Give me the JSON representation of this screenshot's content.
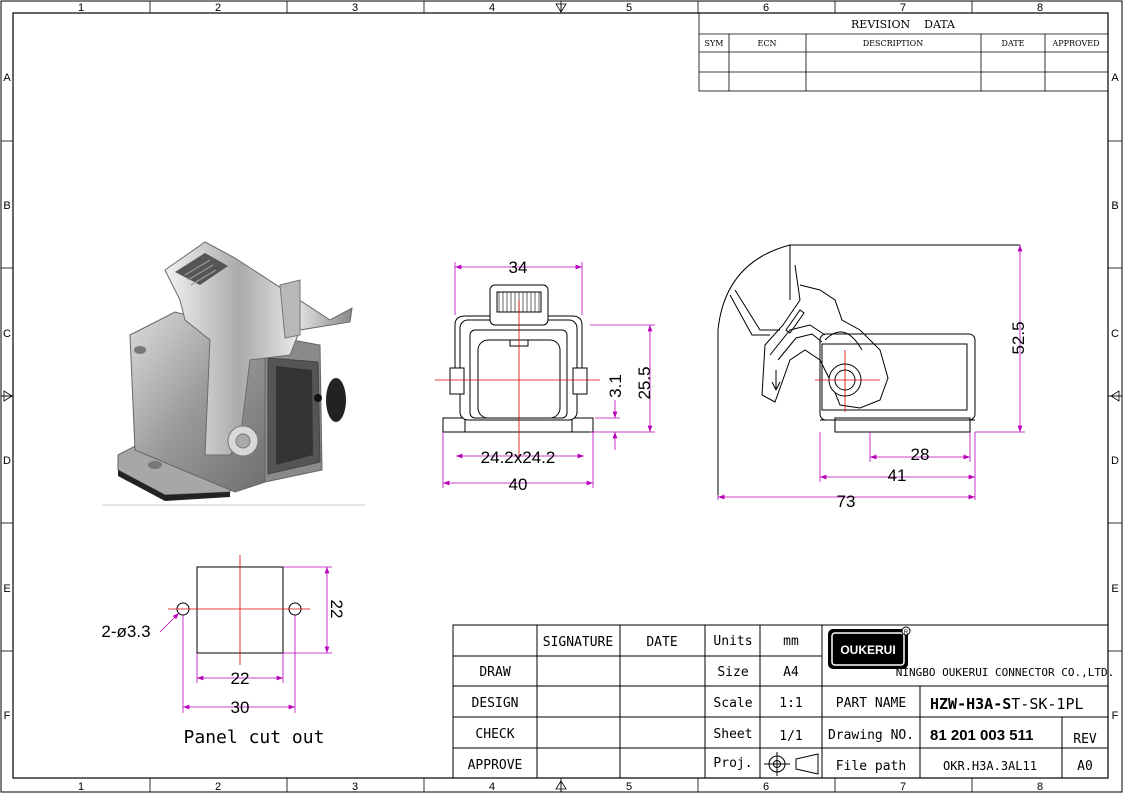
{
  "border": {
    "columns": [
      "1",
      "2",
      "3",
      "4",
      "5",
      "6",
      "7",
      "8"
    ],
    "rows": [
      "A",
      "B",
      "C",
      "D",
      "E",
      "F"
    ]
  },
  "revision": {
    "title": "REVISION    DATA",
    "headers": [
      "SYM",
      "ECN",
      "DESCRIPTION",
      "DATE",
      "APPROVED"
    ]
  },
  "dims_front": {
    "width": "34",
    "height": "25.5",
    "offset": "3.1",
    "opening": "24.2x24.2",
    "base": "40"
  },
  "dims_side": {
    "height": "52.5",
    "d1": "28",
    "d2": "41",
    "total": "73"
  },
  "cutout": {
    "holes": "2-ø3.3",
    "height": "22",
    "width": "22",
    "pitch": "30",
    "caption": "Panel cut out"
  },
  "title_block": {
    "col_signature": "SIGNATURE",
    "col_date": "DATE",
    "rows": [
      "DRAW",
      "DESIGN",
      "CHECK",
      "APPROVE"
    ],
    "units_label": "Units",
    "units_value": "mm",
    "size_label": "Size",
    "size_value": "A4",
    "scale_label": "Scale",
    "scale_value": "1:1",
    "sheet_label": "Sheet",
    "sheet_value": "1/1",
    "proj_label": "Proj.",
    "logo_text": "OUKERUI",
    "company": "NINGBO OUKERUI CONNECTOR CO.,LTD.",
    "part_name_label": "PART NAME",
    "part_name_bold": "HZW-H3A-S",
    "part_name_rest": "T-SK-1PL",
    "drawing_no_label": "Drawing NO.",
    "drawing_no": "81 201 003 511",
    "rev_label": "REV",
    "file_path_label": "File path",
    "file_path": "OKR.H3A.3AL11",
    "rev_value": "A0"
  }
}
